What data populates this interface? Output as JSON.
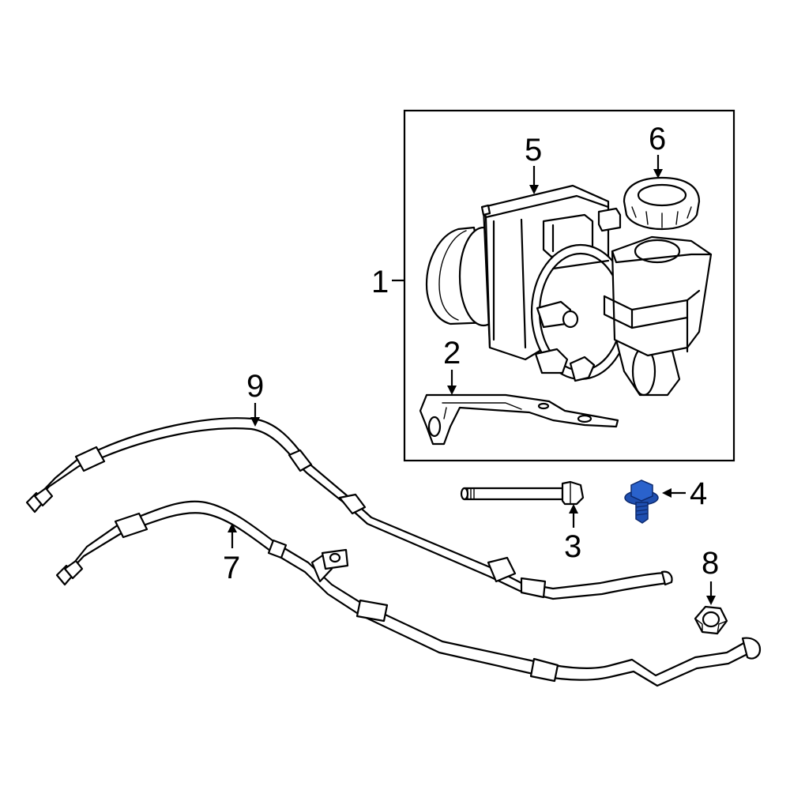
{
  "callouts": {
    "c1": "1",
    "c2": "2",
    "c3": "3",
    "c4": "4",
    "c5": "5",
    "c6": "6",
    "c7": "7",
    "c8": "8",
    "c9": "9"
  },
  "colors": {
    "line": "#000000",
    "background": "#ffffff",
    "highlight_part": "#1f4fb0",
    "highlight_dark": "#0d2a6e"
  },
  "highlighted_part": "4"
}
